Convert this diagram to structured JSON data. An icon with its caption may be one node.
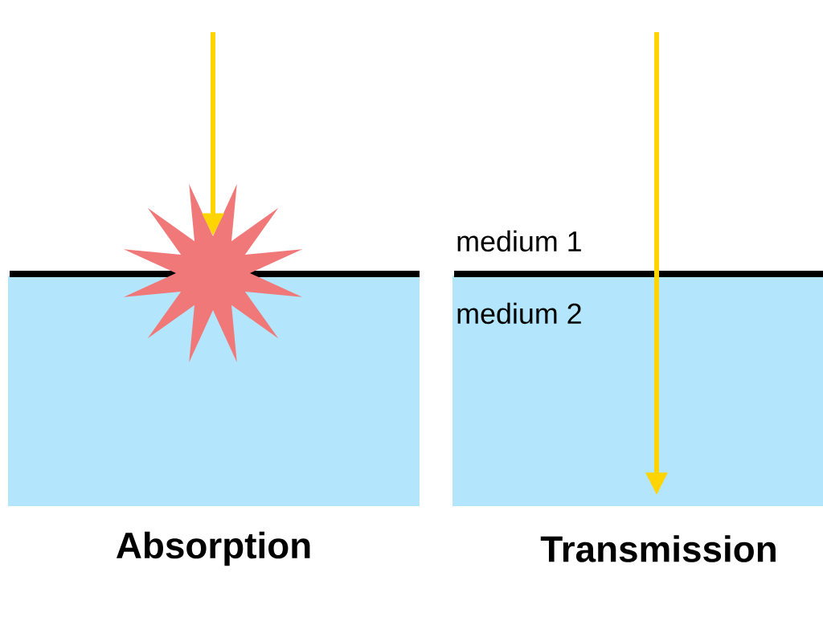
{
  "diagram": {
    "nodes": [
      {
        "text": [],
        "shape": "box",
        "beside": [
          "Absorption"
        ]
      },
      {
        "text": [],
        "shape": "star"
      },
      {
        "text": [],
        "shape": "box",
        "beside": [
          "Transmission"
        ]
      }
    ],
    "edges": [
      {
        "from": null,
        "to": 1,
        "arrow": "to"
      },
      {
        "from": null,
        "to": 2,
        "arrow": "to"
      }
    ],
    "labels": [
      "medium 1",
      "medium 2"
    ]
  }
}
